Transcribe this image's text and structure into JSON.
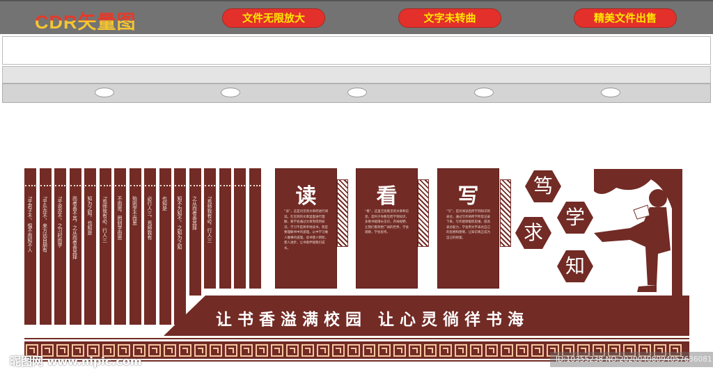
{
  "header": {
    "logo": "CDR矢量图",
    "buttons": [
      "文件无限放大",
      "文字未转曲",
      "精美文件出售"
    ]
  },
  "strips": [
    "?乎君子不，愠不而知不人",
    "?乎乐亦不，来方远自朋有",
    "?乎说亦不，之习时而学",
    "而者善不其，之从而者善其择",
    "知为之知，也知是",
    "?焉师我有必，行人三",
    "不而思，罔则学而思",
    "殆则学不而思",
    "必行人三，焉师我有",
    "也知是",
    "知不为知不，之知为之知",
    "之从而者善其择",
    "?焉师我有必，行人三",
    "",
    "",
    ""
  ],
  "panels": [
    {
      "title": "读",
      "body": "“读”，这是对见到文章而进行阅读。在见到的文章里面进行理解，要学会通过文章而得到知识。学习不是简单地读书，而是要理解书中的道理，从中学习做人做事的道理，读书使人明智，使人进步，让书香伴随我们成长。"
    },
    {
      "title": "看",
      "body": "“看”，这里泛指看见的文章和信息，是利于你看见而学到知识，多看书能增长见识，开阔视野，让我们看到更广阔的世界，学会观察，学会思考。"
    },
    {
      "title": "写",
      "body": "“写”，是对阅读后所学到知识的表达，通过写作将所学所思记录下来，写作能够锻炼思维，提高表达能力，学会用文字表达自己的思想和感情，让知识真正成为自己的财富。"
    }
  ],
  "hexagons": [
    "笃",
    "学",
    "求",
    "知"
  ],
  "slogan": "让书香溢满校园  让心灵徜徉书海",
  "watermark": {
    "left": "昵图网 www.nipic.com",
    "right": "ID:10355238 NO:20200408094057636081"
  },
  "colors": {
    "brand_brown": "#722b25",
    "header_gray": "#737373",
    "pill_red": "#e3302b",
    "pill_text": "#ffe600"
  }
}
